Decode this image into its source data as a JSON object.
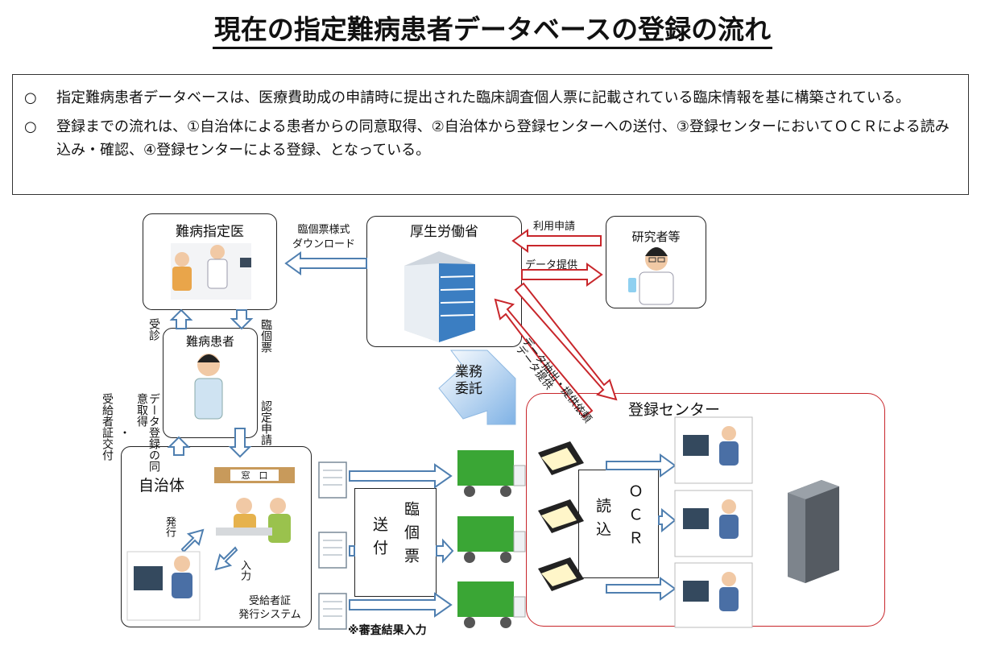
{
  "title": "現在の指定難病患者データベースの登録の流れ",
  "summary": [
    "指定難病患者データベースは、医療費助成の申請時に提出された臨床調査個人票に記載されている臨床情報を基に構築されている。",
    "登録までの流れは、①自治体による患者からの同意取得、②自治体から登録センターへの送付、③登録センターにおいてＯＣＲによる読み込み・確認、④登録センターによる登録、となっている。"
  ],
  "bullet_mark": "○",
  "nodes": {
    "doctor": "難病指定医",
    "mhlw": "厚生労働省",
    "researcher": "研究者等",
    "patient": "難病患者",
    "municipality": "自治体",
    "center": "登録センター",
    "system": "受給者証\n発行システム",
    "counter_sign": "窓　口"
  },
  "labels": {
    "download": "臨個票様式\nダウンロード",
    "use_request": "利用申請",
    "data_provision": "データ提供",
    "extract_request": "データ抽出・提供依頼",
    "data_provided": "データ提供",
    "outsourcing": "業務\n委託",
    "consult": "受診",
    "rinko_hyo": "臨個票",
    "nintei_shinsei": "認定申請",
    "consent": "データ登録の同意取得",
    "issue_card": "受給者証交付",
    "dot": "・",
    "issue": "発行",
    "input": "入力",
    "send_rinko": "臨個票",
    "send": "送付",
    "ocr_read": "読込",
    "ocr": "ＯＣＲ",
    "review_note": "※審査結果入力"
  },
  "colors": {
    "blue_arrow": "#4f7fb0",
    "red_arrow": "#c8262b",
    "truck_green": "#3aa635",
    "building_blue": "#3b7ec2"
  }
}
